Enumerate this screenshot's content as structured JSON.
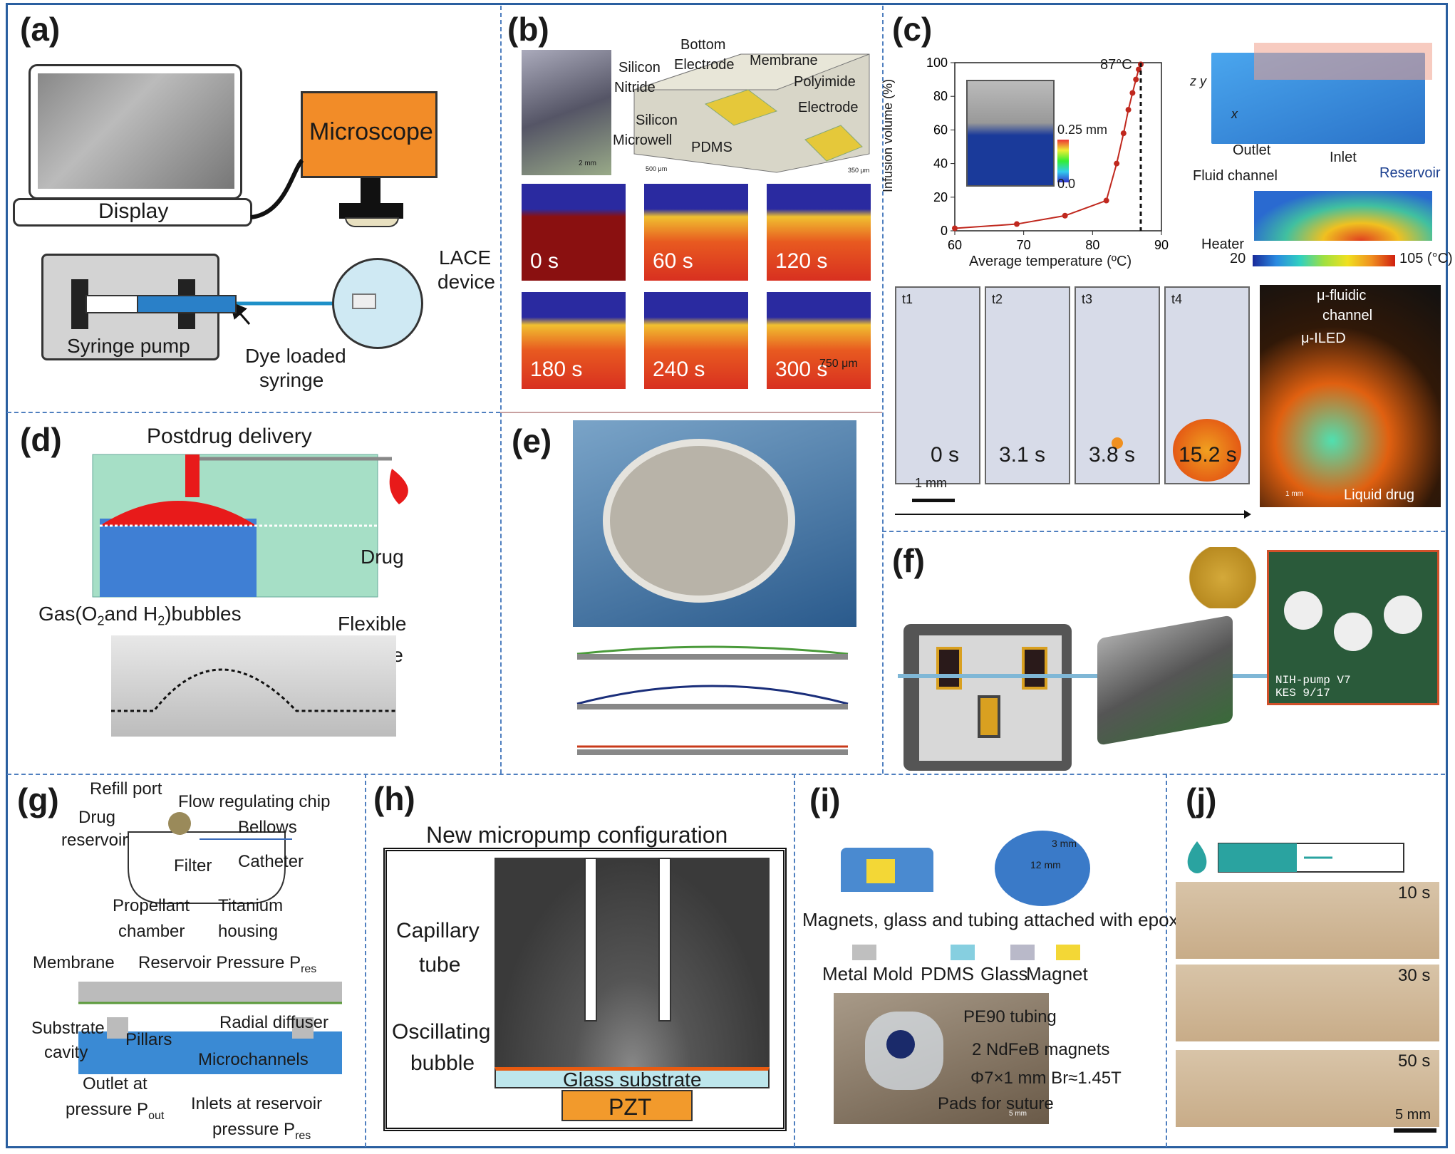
{
  "panels": {
    "a": {
      "label": "(a)",
      "microscope": "Microscope",
      "display": "Display",
      "lace_line1": "LACE",
      "lace_line2": "device",
      "syringe_pump": "Syringe pump",
      "dye_line1": "Dye loaded",
      "dye_line2": "syringe"
    },
    "b": {
      "label": "(b)",
      "bottom": "Bottom",
      "electrode": "Electrode",
      "membrane": "Membrane",
      "silicon1": "Silicon",
      "nitride": "Nitride",
      "polyimide": "Polyimide",
      "electrode2": "Electrode",
      "silicon2": "Silicon",
      "microwell": "Microwell",
      "pdms": "PDMS",
      "scale1": "2 mm",
      "scale2": "500 μm",
      "scale3": "350 μm",
      "times": [
        "0 s",
        "60 s",
        "120 s",
        "180 s",
        "240 s",
        "300 s"
      ],
      "scale4": "750 μm"
    },
    "c": {
      "label": "(c)",
      "y_axis": "Infusion volume (%)",
      "x_axis": "Average temperature (ºC)",
      "peak": "87°C",
      "cb_top": "0.25 mm",
      "cb_bot": "0.0",
      "outlet": "Outlet",
      "inlet": "Inlet",
      "fluid_channel": "Fluid channel",
      "reservoir": "Reservoir",
      "heater": "Heater",
      "scale_min": "20",
      "scale_max": "105 (°C)",
      "axis_z": "z",
      "axis_y": "y",
      "axis_x": "x",
      "t_labels": [
        "t1",
        "t2",
        "t3",
        "t4"
      ],
      "t_times": [
        "0 s",
        "3.1 s",
        "3.8 s",
        "15.2 s"
      ],
      "mm": "1 mm",
      "mu_fluidic": "μ-fluidic",
      "channel": "channel",
      "mu_iled": "μ-ILED",
      "liquid_drug": "Liquid drug",
      "mm2": "1 mm"
    },
    "d": {
      "label": "(d)",
      "title": "Postdrug delivery",
      "drug": "Drug",
      "gas": "Gas(O",
      "gas_sub1": "2",
      "gas_mid": "and H",
      "gas_sub2": "2",
      "gas_end": ")bubbles",
      "flexible": "Flexible",
      "membrane": "membrane"
    },
    "e": {
      "label": "(e)"
    },
    "f": {
      "label": "(f)",
      "chip_text1": "NIH-pump V7",
      "chip_text2": "KES 9/17"
    },
    "g": {
      "label": "(g)",
      "refill": "Refill port",
      "flow": "Flow regulating chip",
      "drug": "Drug",
      "reservoir": "reservoir",
      "bellows": "Bellows",
      "filter": "Filter",
      "catheter": "Catheter",
      "propellant": "Propellant",
      "chamber": "chamber",
      "titanium": "Titanium",
      "housing": "housing",
      "membrane": "Membrane",
      "res_pressure": "Reservoir Pressure P",
      "res_sub": "res",
      "substrate": "Substrate",
      "cavity": "cavity",
      "pillars": "Pillars",
      "radial": "Radial diffuser",
      "microchannels": "Microchannels",
      "outlet_at": "Outlet at",
      "pressure_pout": "pressure P",
      "out_sub": "out",
      "inlets_at": "Inlets at reservoir",
      "pressure_pres": "pressure P",
      "pres_sub": "res"
    },
    "h": {
      "label": "(h)",
      "title": "New micropump configuration",
      "capillary": "Capillary",
      "tube": "tube",
      "oscillating": "Oscillating",
      "bubble": "bubble",
      "glass": "Glass substrate",
      "pzt": "PZT"
    },
    "i": {
      "label": "(i)",
      "dim1": "3 mm",
      "dim2": "12 mm",
      "caption": "Magnets, glass and tubing attached with epoxy",
      "legend": [
        "Metal Mold",
        "PDMS",
        "Glass",
        "Magnet"
      ],
      "legend_colors": [
        "#bfbfbf",
        "#86cfe0",
        "#b9b9c9",
        "#f3d736"
      ],
      "pe90": "PE90 tubing",
      "magnets": "2 NdFeB magnets",
      "phi": "Φ7×1 mm Br≈1.45T",
      "pads": "Pads for suture",
      "mm5": "5 mm"
    },
    "j": {
      "label": "(j)",
      "times": [
        "10 s",
        "30 s",
        "50 s"
      ],
      "mm5": "5 mm"
    }
  },
  "chart_data": {
    "type": "line",
    "x": [
      60,
      69,
      76,
      82,
      83.5,
      84.5,
      85.2,
      85.8,
      86.3,
      86.7,
      87
    ],
    "y": [
      1.5,
      4,
      9,
      18,
      40,
      58,
      72,
      82,
      90,
      96,
      99
    ],
    "xlabel": "Average temperature (ºC)",
    "ylabel": "Infusion volume (%)",
    "xlim": [
      60,
      90
    ],
    "ylim": [
      0,
      100
    ],
    "xticks": [
      "60",
      "70",
      "80",
      "90"
    ],
    "yticks": [
      "0",
      "20",
      "40",
      "60",
      "80",
      "100"
    ],
    "annotations": [
      "87°C"
    ],
    "color": "#c0281e"
  }
}
